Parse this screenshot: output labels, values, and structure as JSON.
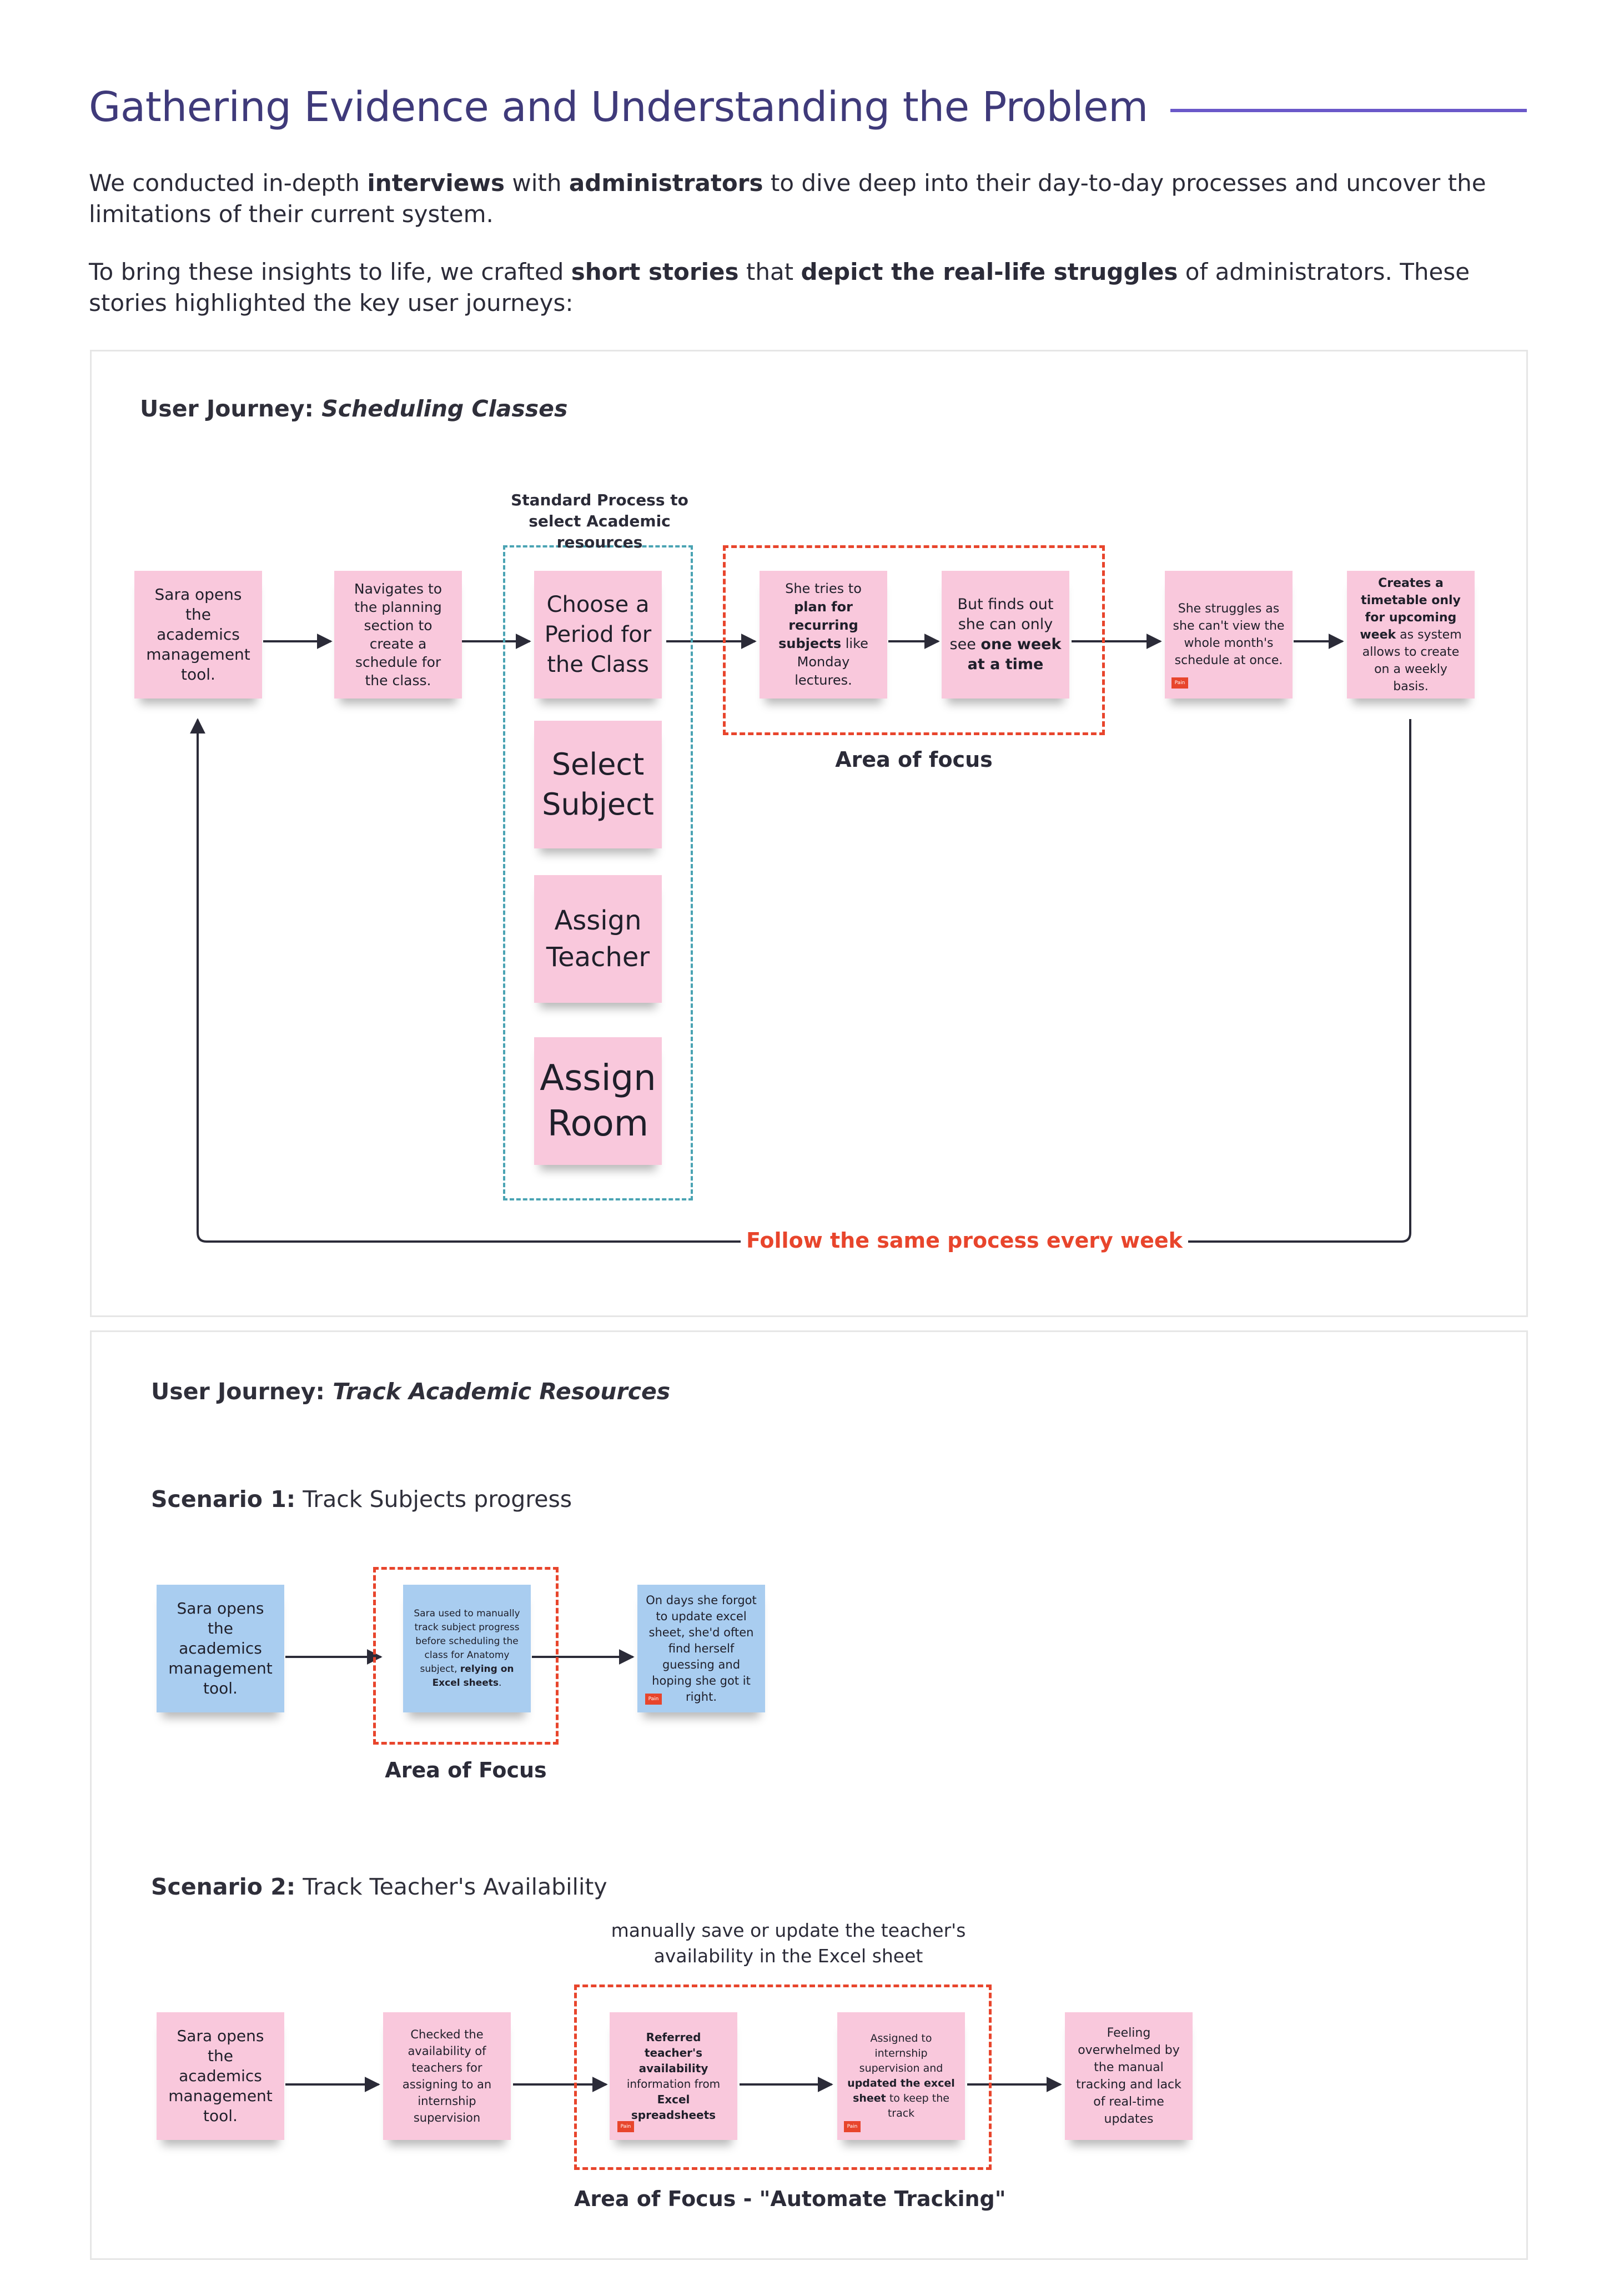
{
  "heading": "Gathering Evidence and Understanding the Problem",
  "intro": {
    "p1": [
      {
        "t": "We conducted in-depth "
      },
      {
        "t": "interviews",
        "b": true
      },
      {
        "t": " with "
      },
      {
        "t": "administrators",
        "b": true
      },
      {
        "t": " to dive deep into their day-to-day processes and uncover the limitations of their current system."
      }
    ],
    "p2": [
      {
        "t": "To bring these insights to life, we crafted "
      },
      {
        "t": "short stories",
        "b": true
      },
      {
        "t": " that "
      },
      {
        "t": "depict the real-life struggles",
        "b": true
      },
      {
        "t": " of administrators. These stories highlighted the key user journeys:"
      }
    ]
  },
  "journey1": {
    "title_prefix": "User Journey:",
    "title_name": "Scheduling Classes",
    "standard_label": "Standard Process to select Academic resources",
    "area_label": "Area of focus",
    "loop_label": "Follow the same process every week",
    "notes": {
      "n1": [
        {
          "t": "Sara opens the academics management tool."
        }
      ],
      "n2": [
        {
          "t": "Navigates to the planning section to create a schedule for the class."
        }
      ],
      "s1": [
        {
          "t": "Choose a Period for the Class"
        }
      ],
      "s2": [
        {
          "t": "Select Subject"
        }
      ],
      "s3": [
        {
          "t": "Assign Teacher"
        }
      ],
      "s4": [
        {
          "t": "Assign Room"
        }
      ],
      "f1": [
        {
          "t": "She tries to "
        },
        {
          "t": "plan for recurring subjects",
          "b": true
        },
        {
          "t": " like Monday lectures."
        }
      ],
      "f2": [
        {
          "t": "But finds out she can only see "
        },
        {
          "t": "one week at a time",
          "b": true
        }
      ],
      "n5": [
        {
          "t": "She struggles as she can't view the whole month's schedule at once."
        }
      ],
      "n6": [
        {
          "t": "Creates a timetable only for upcoming week",
          "b": true
        },
        {
          "t": " as system allows to create on a weekly basis."
        }
      ]
    },
    "pain_tag": "Pain"
  },
  "journey2": {
    "title_prefix": "User Journey:",
    "title_name": "Track Academic Resources",
    "scenario1": {
      "prefix": "Scenario 1:",
      "name": "Track Subjects progress",
      "area_label": "Area of Focus",
      "notes": {
        "a": [
          {
            "t": "Sara opens the academics management tool."
          }
        ],
        "b": [
          {
            "t": "Sara used to manually track subject progress before scheduling the class for Anatomy subject, "
          },
          {
            "t": "relying on Excel sheets",
            "b": true
          },
          {
            "t": "."
          }
        ],
        "c": [
          {
            "t": "On days she forgot to update excel sheet, she'd often find herself guessing and hoping she got it right."
          }
        ]
      }
    },
    "scenario2": {
      "prefix": "Scenario 2:",
      "name": "Track Teacher's Availability",
      "top_label": "manually save or update the teacher's availability in the Excel sheet",
      "area_label": "Area of Focus - \"Automate Tracking\"",
      "notes": {
        "a": [
          {
            "t": "Sara opens the academics management tool."
          }
        ],
        "b": [
          {
            "t": "Checked the availability of teachers for assigning to an internship supervision"
          }
        ],
        "c": [
          {
            "t": "Referred teacher's availability",
            "b": true
          },
          {
            "t": " information from "
          },
          {
            "t": "Excel spreadsheets",
            "b": true
          }
        ],
        "d": [
          {
            "t": "Assigned to internship supervision and "
          },
          {
            "t": "updated the excel sheet",
            "b": true
          },
          {
            "t": " to keep the track"
          }
        ],
        "e": [
          {
            "t": "Feeling overwhelmed by the manual tracking and lack of real-time updates"
          }
        ]
      }
    },
    "pain_tag": "Pain"
  },
  "colors": {
    "heading": "#3f3a7a",
    "accent_rule": "#6a58c9",
    "sticky_pink": "#f9c8dc",
    "sticky_blue": "#a9cdf0",
    "focus_red": "#e8452c",
    "process_teal": "#4aa3b3"
  }
}
